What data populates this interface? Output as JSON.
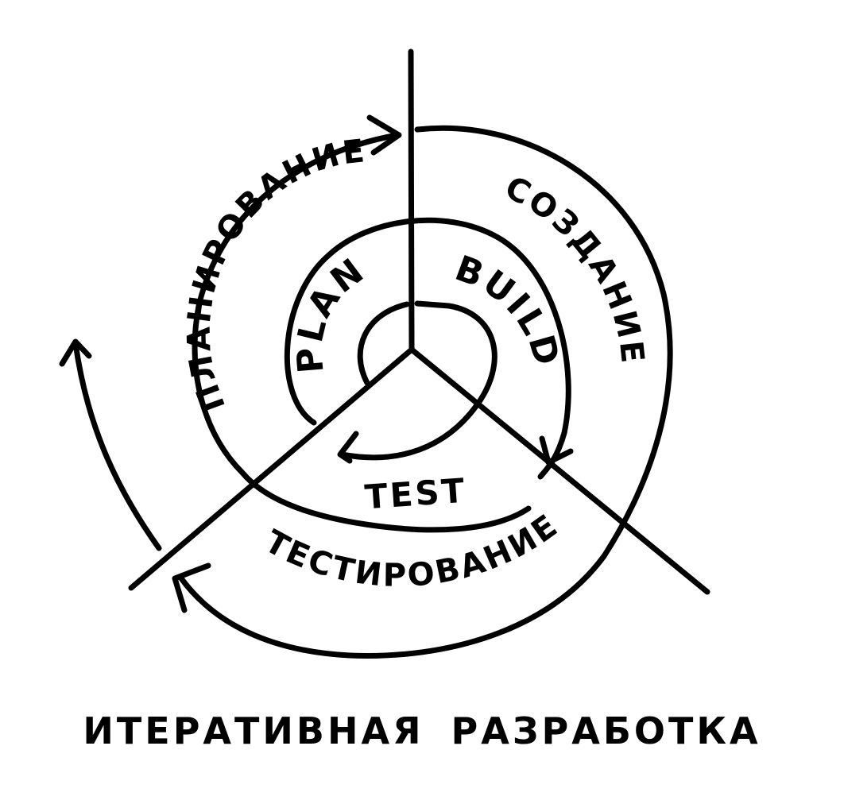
{
  "diagram": {
    "outer_labels": {
      "planning": "ПЛАНИРОВАНИЕ",
      "creation": "СОЗДАНИЕ",
      "testing": "ТЕСТИРОВАНИЕ"
    },
    "inner_labels": {
      "plan": "PLAN",
      "build": "BUILD",
      "test": "TEST"
    },
    "caption": "ИТЕРАТИВНАЯ РАЗРАБОТКА"
  }
}
